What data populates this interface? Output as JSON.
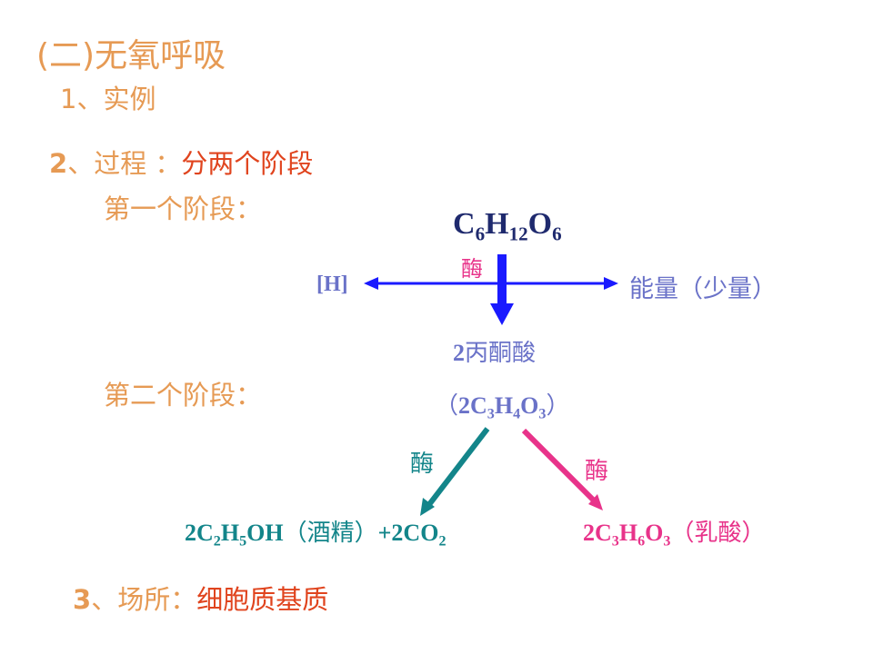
{
  "title": "(二)无氧呼吸",
  "item1": "1、实例",
  "item2": {
    "num": "2",
    "label": "、过程 ：",
    "detail": "分两个阶段"
  },
  "stage1_label": "第一个阶段：",
  "stage2_label": "第二个阶段：",
  "glucose": {
    "C": "C",
    "c_sub": "6",
    "H": "H",
    "h_sub": "12",
    "O": "O",
    "o_sub": "6"
  },
  "enzyme": "酶",
  "h_label": "[H]",
  "energy_label": "能量（少量）",
  "pyruvate": {
    "count": "2",
    "name": "丙酮酸",
    "paren_open": "（",
    "formula_prefix": "2C",
    "c_sub": "3",
    "H": "H",
    "h_sub": "4",
    "O": "O",
    "o_sub": "3",
    "paren_close": "）"
  },
  "product_alcohol": {
    "prefix": "2C",
    "c_sub": "2",
    "H": "H",
    "h_sub": "5",
    "OH": "OH",
    "name": "（酒精）",
    "plus": "+2CO",
    "co_sub": "2"
  },
  "product_lactic": {
    "prefix": "2C",
    "c_sub": "3",
    "H": "H",
    "h_sub": "6",
    "O": "O",
    "o_sub": "3",
    "name": "（乳酸）"
  },
  "item3": {
    "num": "3",
    "label": "、场所：",
    "detail": "细胞质基质"
  },
  "colors": {
    "orange": "#e69a54",
    "red": "#e0441e",
    "blue_arrow": "#1a1aff",
    "teal": "#13858a",
    "pink": "#e8338a",
    "navy": "#1f2a6e",
    "label_blue": "#6a72c8"
  }
}
